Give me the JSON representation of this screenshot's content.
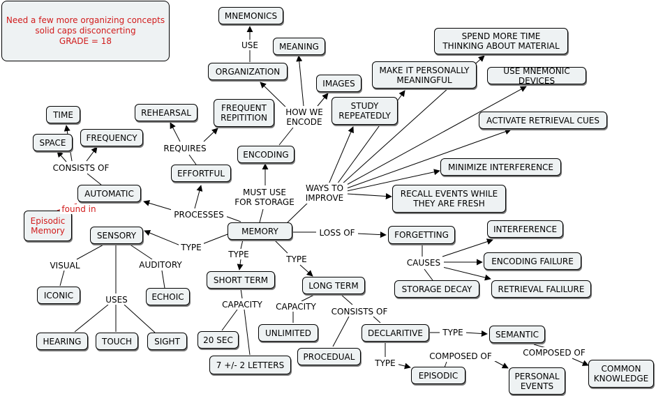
{
  "colors": {
    "node_fill": "#eef2f3",
    "note_text": "#d11b1b"
  },
  "comment": {
    "lines": [
      "Need a few more organizing concepts",
      "solid caps disconcerting",
      "GRADE = 18"
    ]
  },
  "red_labels": {
    "found_in": "found in"
  },
  "concepts": {
    "mnemonics": "MNEMONICS",
    "meaning": "MEANING",
    "organization": "ORGANIZATION",
    "images": "IMAGES",
    "make_it_personally_meaningful": "MAKE IT PERSONALLY\nMEANINGFUL",
    "spend_more_time": "SPEND MORE TIME\nTHINKING ABOUT MATERIAL",
    "use_mnemonic_devices": "USE MNEMONIC DEVICES",
    "study_repeatedly": "STUDY\nREPEATEDLY",
    "activate_retrieval_cues": "ACTIVATE RETRIEVAL CUES",
    "time": "TIME",
    "rehearsal": "REHEARSAL",
    "frequent_repitition": "FREQUENT\nREPITITION",
    "space": "SPACE",
    "frequency": "FREQUENCY",
    "encoding": "ENCODING",
    "effortful": "EFFORTFUL",
    "minimize_interference": "MINIMIZE INTERFERENCE",
    "automatic": "AUTOMATIC",
    "recall_events": "RECALL EVENTS WHILE\nTHEY ARE FRESH",
    "episodic_memory": "Episodic\nMemory",
    "memory": "MEMORY",
    "forgetting": "FORGETTING",
    "interference": "INTERFERENCE",
    "sensory": "SENSORY",
    "encoding_failure": "ENCODING FAILURE",
    "short_term": "SHORT TERM",
    "long_term": "LONG TERM",
    "storage_decay": "STORAGE DECAY",
    "retrieval_failure": "RETRIEVAL FALILURE",
    "iconic": "ICONIC",
    "echoic": "ECHOIC",
    "unlimited": "UNLIMITED",
    "declaritive": "DECLARITIVE",
    "semantic": "SEMANTIC",
    "hearing": "HEARING",
    "touch": "TOUCH",
    "sight": "SIGHT",
    "twenty_sec": "20 SEC",
    "procedual": "PROCEDUAL",
    "seven_letters": "7 +/- 2 LETTERS",
    "episodic": "EPISODIC",
    "personal_events": "PERSONAL\nEVENTS",
    "common_knowledge": "COMMON\nKNOWLEDGE"
  },
  "link_phrases": {
    "use": "USE",
    "how_we_encode": "HOW WE\nENCODE",
    "requires": "REQUIRES",
    "consists_of_top": "CONSISTS OF",
    "must_use_for_storage": "MUST USE\nFOR STORAGE",
    "ways_to_improve": "WAYS TO\nIMPROVE",
    "processes": "PROCESSES",
    "loss_of": "LOSS OF",
    "type_sensory": "TYPE",
    "type_short": "TYPE",
    "type_long": "TYPE",
    "causes": "CAUSES",
    "visual": "VISUAL",
    "auditory": "AUDITORY",
    "uses": "USES",
    "capacity_short": "CAPACITY",
    "capacity_long": "CAPACITY",
    "consists_of_long": "CONSISTS OF",
    "type_semantic": "TYPE",
    "type_episodic": "TYPE",
    "composed_of_left": "COMPOSED OF",
    "composed_of_right": "COMPOSED OF"
  }
}
